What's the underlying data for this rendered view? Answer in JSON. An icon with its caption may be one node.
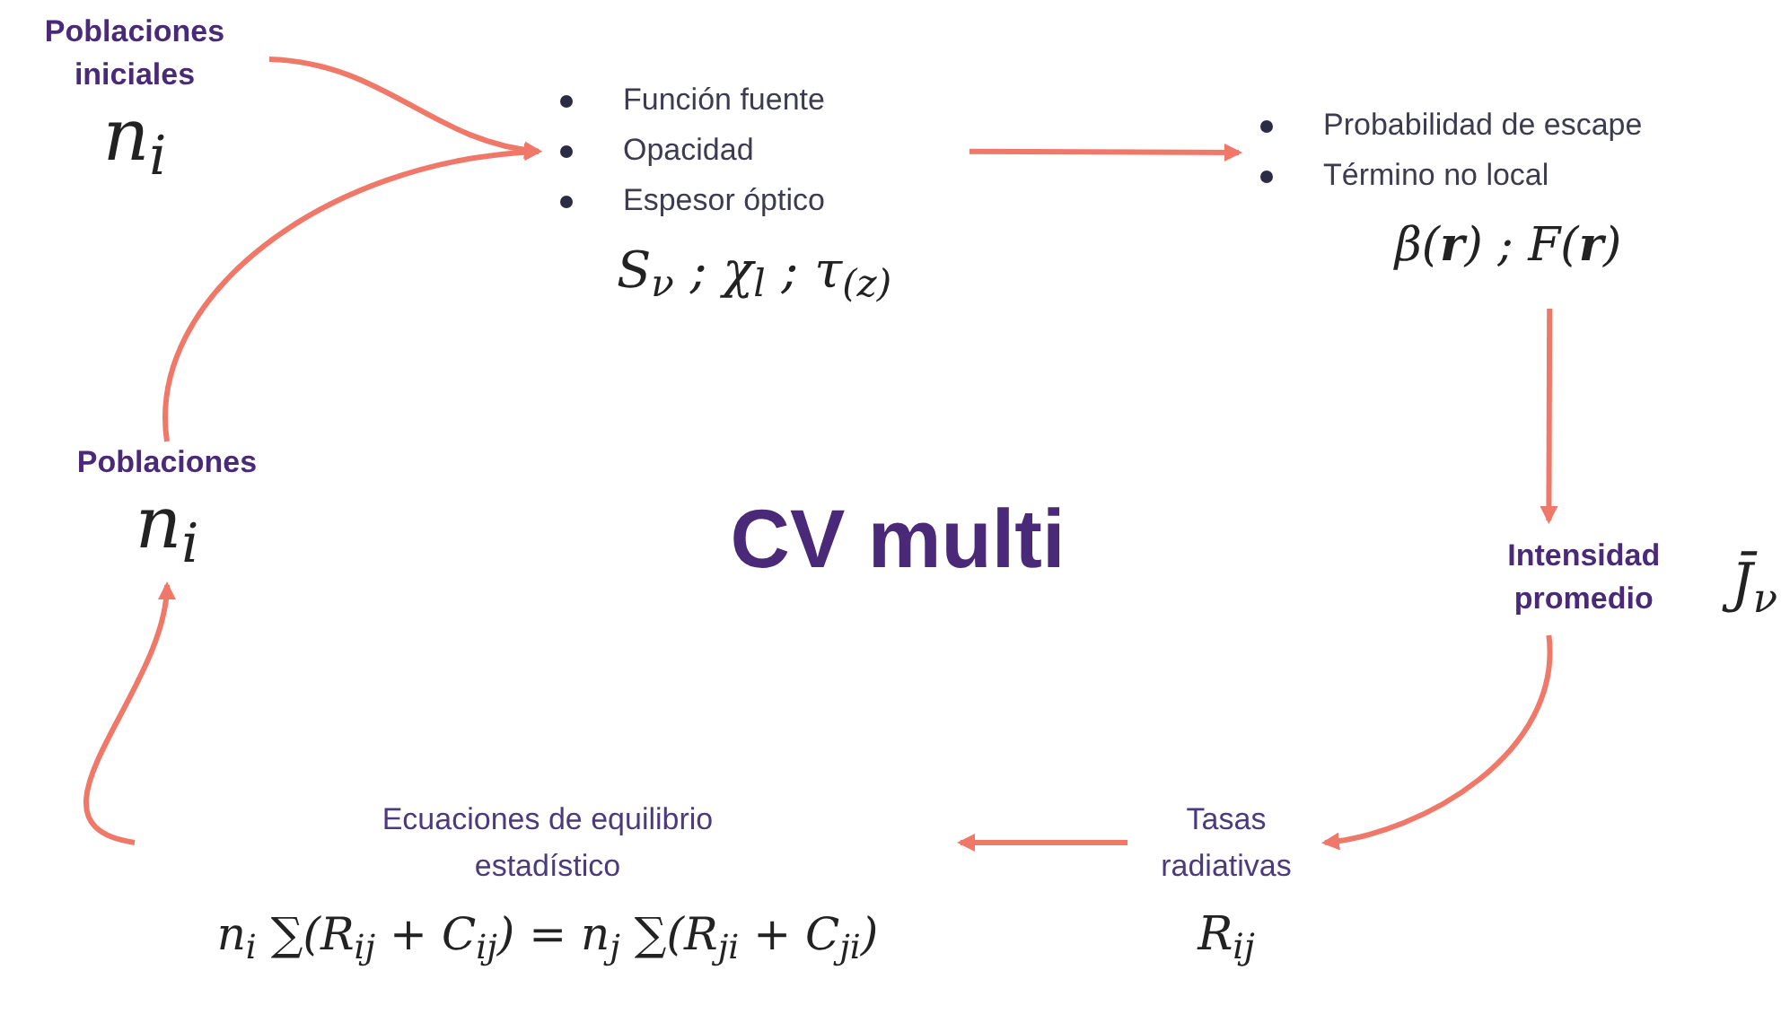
{
  "diagram": {
    "title": "CV multi",
    "nodes": [
      {
        "text": [
          "Poblaciones iniciales",
          "n$_{i}$"
        ]
      },
      {
        "text": [
          "Función fuente",
          "Opacidad",
          "Espesor óptico",
          "S$_{ν}$ ; χ$_{l}$ ; τ$_{(z)}$"
        ]
      },
      {
        "text": [
          "Probabilidad de escape",
          "Término no local",
          "β(**r**) ; F(**r**)"
        ]
      },
      {
        "text": [
          "Intensidad promedio",
          "J̄$_{ν}$"
        ]
      },
      {
        "text": [
          "Tasas radiativas",
          "R$_{ij}$"
        ]
      },
      {
        "text": [
          "Ecuaciones de equilibrio estadístico",
          "n$_{i}$ ∑(R$_{ij}$ + C$_{ij}$) = n$_{j}$ ∑(R$_{ji}$ + C$_{ji}$)"
        ]
      },
      {
        "text": [
          "Poblaciones",
          "n$_{i}$"
        ]
      }
    ],
    "edges": [
      {
        "from": 0,
        "to": 1,
        "arrow": "to"
      },
      {
        "from": 6,
        "to": 1,
        "arrow": "to"
      },
      {
        "from": 1,
        "to": 2,
        "arrow": "to"
      },
      {
        "from": 2,
        "to": 3,
        "arrow": "to"
      },
      {
        "from": 3,
        "to": 4,
        "arrow": "to"
      },
      {
        "from": 4,
        "to": 5,
        "arrow": "to"
      },
      {
        "from": 5,
        "to": 6,
        "arrow": "to"
      }
    ]
  }
}
